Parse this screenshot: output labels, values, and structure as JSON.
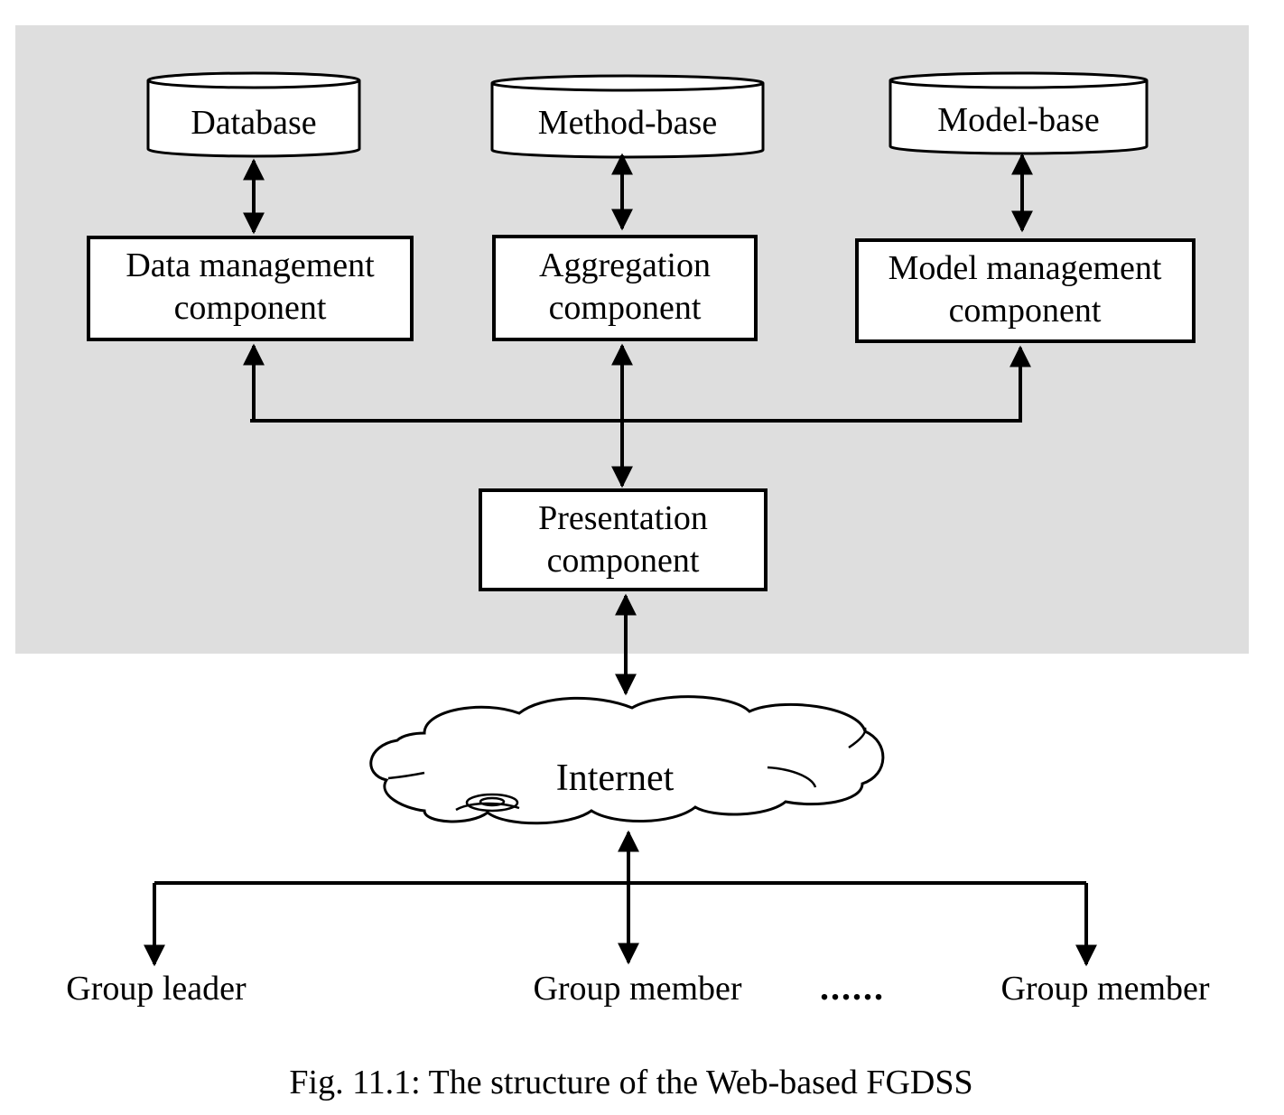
{
  "stores": {
    "database": "Database",
    "method_base": "Method-base",
    "model_base": "Model-base"
  },
  "components": {
    "data_management": {
      "line1": "Data management",
      "line2": "component"
    },
    "aggregation": {
      "line1": "Aggregation",
      "line2": "component"
    },
    "model_management": {
      "line1": "Model management",
      "line2": "component"
    },
    "presentation": {
      "line1": "Presentation",
      "line2": "component"
    }
  },
  "network": {
    "label": "Internet"
  },
  "users": {
    "leader": "Group leader",
    "member_1": "Group member",
    "ellipsis": "......",
    "member_2": "Group member"
  },
  "caption": "Fig. 11.1: The structure of the Web-based FGDSS",
  "colors": {
    "panel_background": "#dedede",
    "stroke": "#000000",
    "box_fill": "#ffffff"
  }
}
